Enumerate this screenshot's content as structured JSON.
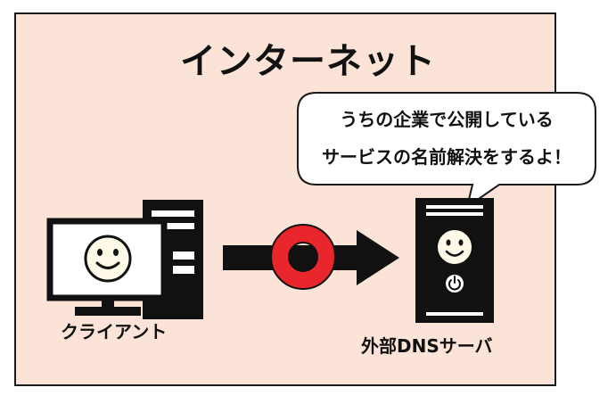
{
  "title": "インターネット",
  "client": {
    "label": "クライアント"
  },
  "server": {
    "label": "外部DNSサーバ"
  },
  "speech_bubble": {
    "line1": "うちの企業で公開している",
    "line2": "サービスの名前解決をするよ！"
  },
  "colors": {
    "background": "#fbe3d7",
    "ok_mark": "#e8262b",
    "device": "#111111",
    "screen": "#ffffff",
    "face": "#fff9e8"
  },
  "icons": [
    "client-computer-icon",
    "smiley-face-icon",
    "arrow-right-icon",
    "ok-circle-icon",
    "server-tower-icon",
    "power-button-icon"
  ]
}
